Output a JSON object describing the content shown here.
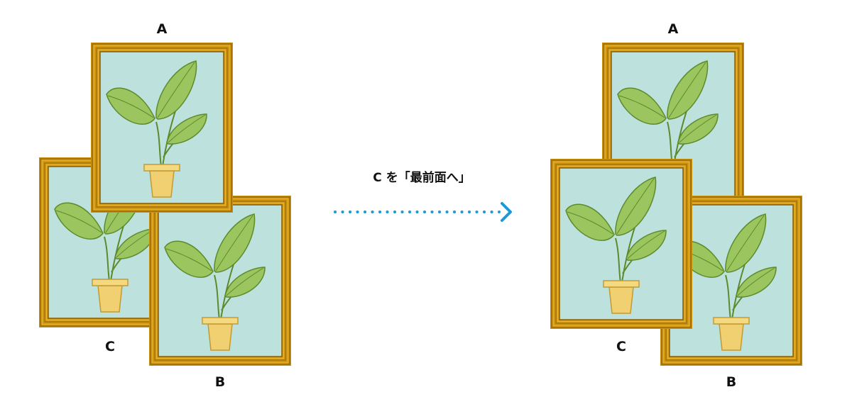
{
  "before": {
    "label_a": "A",
    "label_b": "B",
    "label_c": "C"
  },
  "after": {
    "label_a": "A",
    "label_b": "B",
    "label_c": "C"
  },
  "action_caption": "C を「最前面へ」",
  "colors": {
    "frame_outer": "#c8910f",
    "frame_light": "#e4aa22",
    "frame_dark": "#9a6a08",
    "canvas": "#bde2de",
    "leaf": "#9bc55e",
    "leaf_edge": "#5d8a2c",
    "pot": "#f0d070",
    "pot_edge": "#c49a32",
    "arrow": "#1a9ad6"
  },
  "icons": {
    "frame_art": "potted-plant-picture",
    "action_arrow": "dotted-arrow-right"
  }
}
